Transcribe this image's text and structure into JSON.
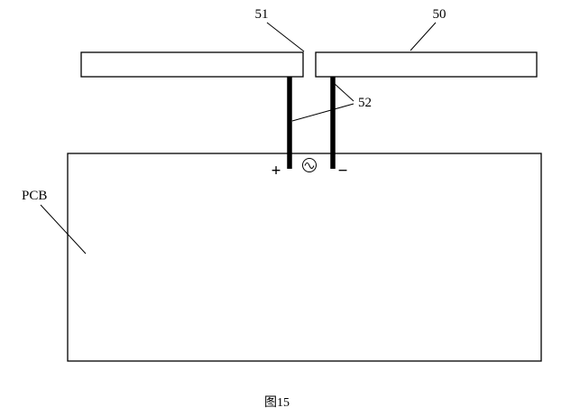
{
  "figure": {
    "caption": "图15"
  },
  "labels": {
    "left_patch": "51",
    "right_patch": "50",
    "feed_pair": "52",
    "board": "PCB"
  },
  "feed": {
    "positive": "+",
    "negative": "−"
  },
  "icons": {
    "ac_source": "sine-wave"
  },
  "colors": {
    "line": "#000000",
    "background": "#ffffff"
  }
}
